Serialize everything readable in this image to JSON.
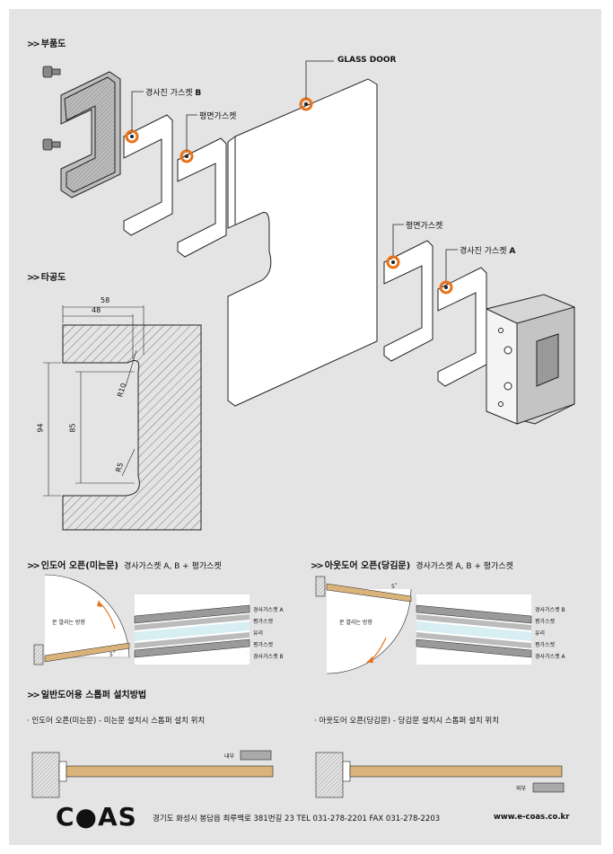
{
  "sections": {
    "parts": "부품도",
    "bore": "타공도",
    "in_door": "인도어 오픈(미는문)",
    "in_door_sub": "경사가스켓 A, B + 평가스켓",
    "out_door": "아웃도어 오픈(당김문)",
    "out_door_sub": "경사가스켓 A, B + 평가스켓",
    "stopper": "일반도어용 스톱퍼 설치방법"
  },
  "parts_labels": {
    "glass_door": "GLASS DOOR",
    "gasket_b_text": "경사진 가스켓",
    "gasket_b_letter": "B",
    "flat1": "평면가스켓",
    "flat2": "평면가스켓",
    "gasket_a_text": "경사진 가스켓",
    "gasket_a_letter": "A"
  },
  "dimensions": {
    "d58": "58",
    "d48": "48",
    "d94": "94",
    "d85": "85",
    "r10": "R10",
    "r5": "R5"
  },
  "in_diagram": {
    "door_dir": "문 열리는 방향",
    "angle": "5˚",
    "layers": [
      "경사가스켓 A",
      "평가스켓",
      "유리",
      "평가스켓",
      "경사가스켓 B"
    ]
  },
  "out_diagram": {
    "door_dir": "문 열리는 방향",
    "angle": "5˚",
    "layers": [
      "경사가스켓 B",
      "평가스켓",
      "유리",
      "평가스켓",
      "경사가스켓 A"
    ]
  },
  "stopper": {
    "in_caption": "· 인도어 오픈(미는문) - 미는문 설치시 스톱퍼 설치 위치",
    "out_caption": "· 아웃도어 오픈(당김문) - 당김문 설치시 스톱퍼 설치 위치",
    "inner": "내부",
    "outer": "외부"
  },
  "footer": {
    "logo": "C●AS",
    "address": "경기도 화성시 봉담읍 최루백로 381번길 23  TEL 031-278-2201   FAX 031-278-2203",
    "url": "www.e-coas.co.kr"
  },
  "colors": {
    "orange": "#e8731a",
    "wood": "#d9b37a",
    "panel": "#e4e4e4"
  }
}
